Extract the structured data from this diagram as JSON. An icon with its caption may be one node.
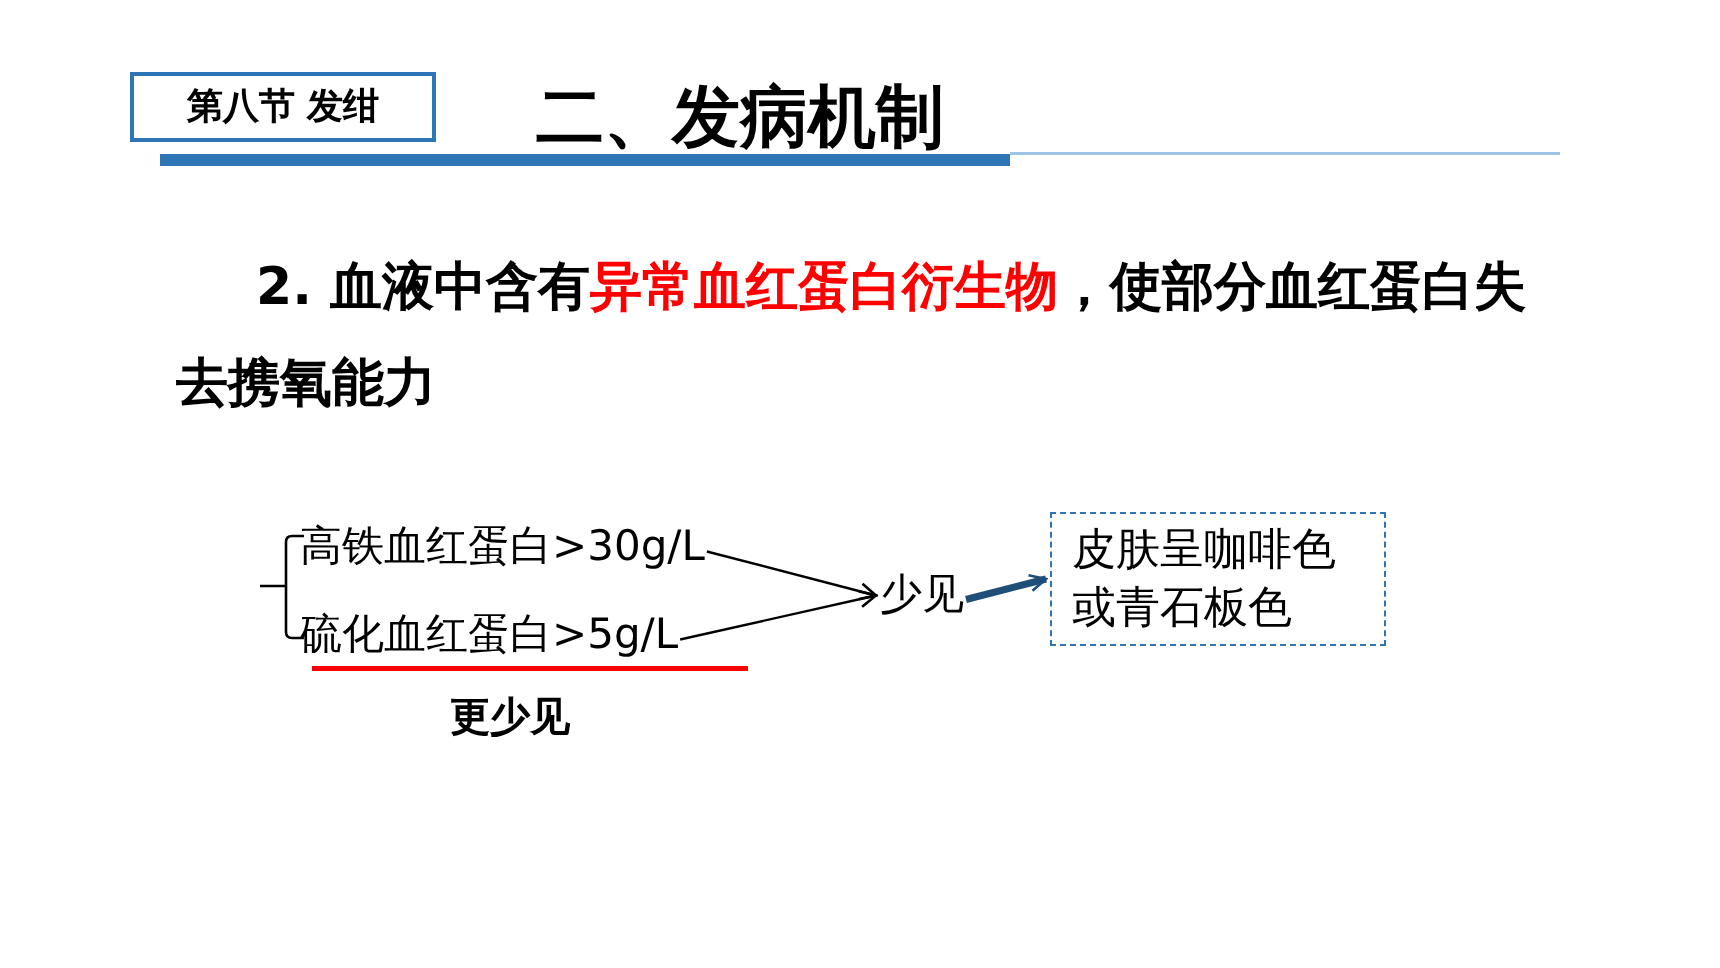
{
  "diagram": {
    "title": "二、发病机制",
    "nodes": [
      {
        "text": [
          "第八节 发绀"
        ]
      },
      {
        "text": [
          "高铁血红蛋白>30g/L"
        ]
      },
      {
        "text": [
          "硫化血红蛋白>5g/L"
        ]
      },
      {
        "text": [
          "少见"
        ]
      },
      {
        "text": [
          "皮肤呈咖啡色或青石板色"
        ]
      }
    ],
    "edges": [
      {
        "from": 1,
        "to": 3,
        "arrow": "to"
      },
      {
        "from": 2,
        "to": 3,
        "arrow": "to"
      },
      {
        "from": 3,
        "to": 4,
        "arrow": "to",
        "style": "thick",
        "color": "#1f4e79"
      }
    ],
    "labels": [
      "2. 血液中含有**异常血红蛋白衍生物**，使部分血红蛋白失去携氧能力",
      "更少见"
    ]
  }
}
